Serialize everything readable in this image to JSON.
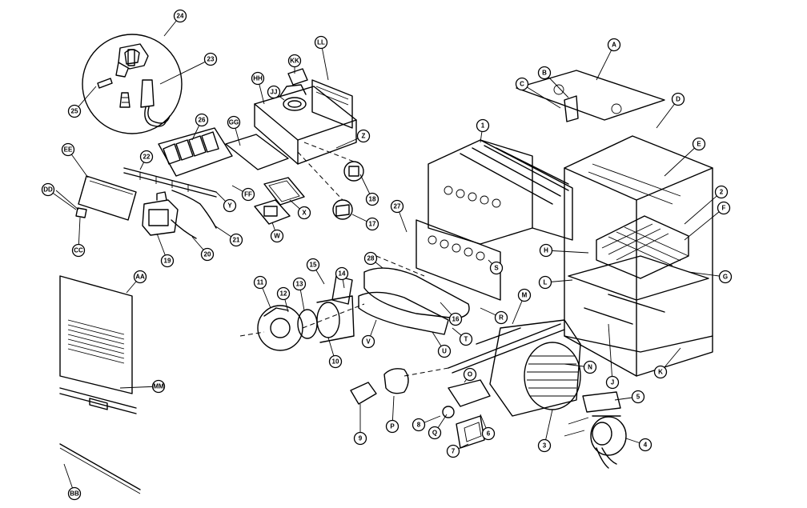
{
  "callouts": [
    {
      "label": "24",
      "name": "igniter-assembly-circle"
    },
    {
      "label": "23",
      "name": "igniter-lead"
    },
    {
      "label": "25",
      "name": "igniter-bracket"
    },
    {
      "label": "26",
      "name": "burner-assembly"
    },
    {
      "label": "22",
      "name": "manifold"
    },
    {
      "label": "EE",
      "name": "access-panel-small"
    },
    {
      "label": "DD",
      "name": "screw-dd"
    },
    {
      "label": "CC",
      "name": "clip-cc"
    },
    {
      "label": "19",
      "name": "gas-valve"
    },
    {
      "label": "20",
      "name": "gas-valve-wire"
    },
    {
      "label": "21",
      "name": "orifice-tube"
    },
    {
      "label": "Y",
      "name": "part-y"
    },
    {
      "label": "FF",
      "name": "part-ff"
    },
    {
      "label": "GG",
      "name": "burner-box-base"
    },
    {
      "label": "HH",
      "name": "burner-box"
    },
    {
      "label": "JJ",
      "name": "sight-glass"
    },
    {
      "label": "KK",
      "name": "flame-sensor"
    },
    {
      "label": "LL",
      "name": "burner-box-cover"
    },
    {
      "label": "Z",
      "name": "part-z"
    },
    {
      "label": "18",
      "name": "limit-switch-18"
    },
    {
      "label": "17",
      "name": "rollout-switch"
    },
    {
      "label": "X",
      "name": "gasket-x"
    },
    {
      "label": "W",
      "name": "plate-w"
    },
    {
      "label": "1",
      "name": "heat-exchanger"
    },
    {
      "label": "27",
      "name": "bracket-27"
    },
    {
      "label": "28",
      "name": "gasket-28"
    },
    {
      "label": "S",
      "name": "collector-box-s"
    },
    {
      "label": "R",
      "name": "part-r"
    },
    {
      "label": "T",
      "name": "part-t"
    },
    {
      "label": "U",
      "name": "part-u"
    },
    {
      "label": "V",
      "name": "inducer-gasket"
    },
    {
      "label": "16",
      "name": "pressure-switch-16"
    },
    {
      "label": "15",
      "name": "part-15"
    },
    {
      "label": "14",
      "name": "part-14"
    },
    {
      "label": "13",
      "name": "part-13"
    },
    {
      "label": "12",
      "name": "part-12"
    },
    {
      "label": "11",
      "name": "inducer-motor"
    },
    {
      "label": "10",
      "name": "part-10"
    },
    {
      "label": "A",
      "name": "top-panel"
    },
    {
      "label": "B",
      "name": "bracket-b"
    },
    {
      "label": "C",
      "name": "screw-c"
    },
    {
      "label": "D",
      "name": "cabinet"
    },
    {
      "label": "E",
      "name": "rails-e"
    },
    {
      "label": "2",
      "name": "filter"
    },
    {
      "label": "F",
      "name": "filter-rack"
    },
    {
      "label": "H",
      "name": "part-h"
    },
    {
      "label": "G",
      "name": "part-g"
    },
    {
      "label": "L",
      "name": "divider-l"
    },
    {
      "label": "M",
      "name": "blower-rail"
    },
    {
      "label": "N",
      "name": "blower-housing"
    },
    {
      "label": "J",
      "name": "rails-j"
    },
    {
      "label": "K",
      "name": "base-k"
    },
    {
      "label": "O",
      "name": "part-o"
    },
    {
      "label": "5",
      "name": "motor-mount"
    },
    {
      "label": "4",
      "name": "blower-motor"
    },
    {
      "label": "3",
      "name": "blower-wheel"
    },
    {
      "label": "6",
      "name": "part-6"
    },
    {
      "label": "7",
      "name": "transformer"
    },
    {
      "label": "8",
      "name": "part-8"
    },
    {
      "label": "Q",
      "name": "part-q"
    },
    {
      "label": "P",
      "name": "part-p"
    },
    {
      "label": "9",
      "name": "door-switch"
    },
    {
      "label": "AA",
      "name": "front-door"
    },
    {
      "label": "MM",
      "name": "door-label"
    },
    {
      "label": "BB",
      "name": "door-bottom"
    }
  ]
}
